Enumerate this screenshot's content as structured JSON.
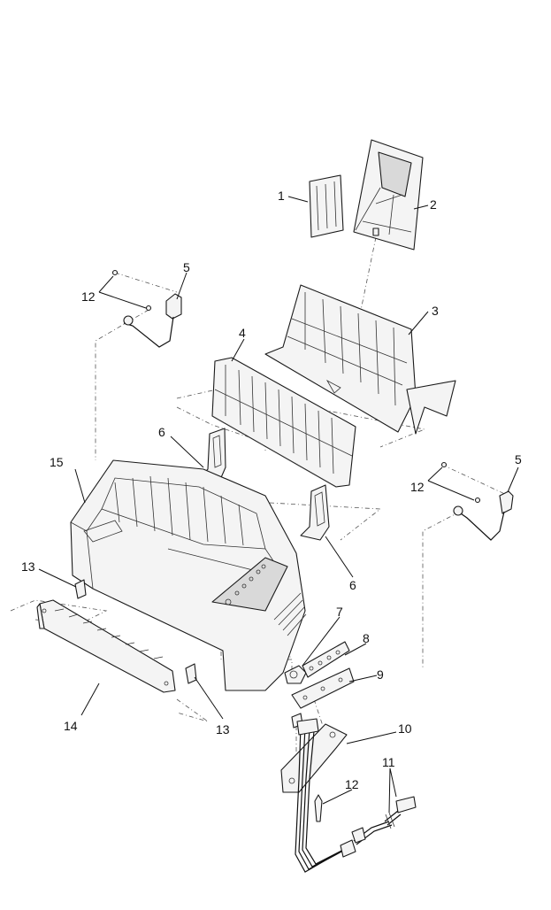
{
  "callouts": {
    "c1": "1",
    "c2": "2",
    "c3": "3",
    "c4": "4",
    "c5a": "5",
    "c5b": "5",
    "c6a": "6",
    "c6b": "6",
    "c7": "7",
    "c8": "8",
    "c9": "9",
    "c10": "10",
    "c11": "11",
    "c12a": "12",
    "c12b": "12",
    "c12c": "12",
    "c13a": "13",
    "c13b": "13",
    "c14": "14",
    "c15": "15"
  }
}
